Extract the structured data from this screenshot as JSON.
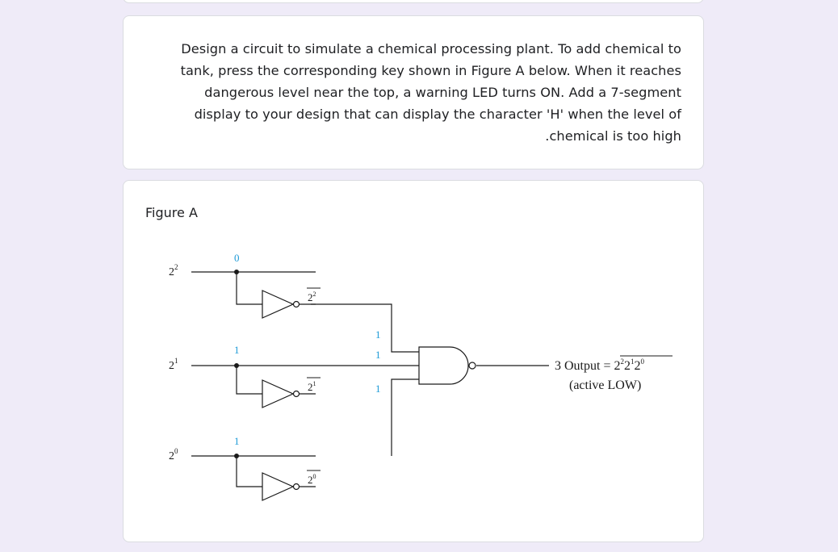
{
  "question": {
    "lines": [
      "Design a circuit to simulate a chemical processing plant. To add chemical to",
      "tank, press the corresponding key shown in Figure A below. When it reaches",
      "dangerous level near the top, a warning LED turns ON. Add a 7-segment",
      "display to your design that can display the character 'H' when the level of",
      ".chemical is too high"
    ]
  },
  "figure": {
    "label": "Figure A",
    "inputs": [
      {
        "base": "2",
        "exp": "2"
      },
      {
        "base": "2",
        "exp": "1"
      },
      {
        "base": "2",
        "exp": "0"
      }
    ],
    "input_values": [
      "0",
      "1",
      "1"
    ],
    "inverted_labels": [
      {
        "base": "2",
        "exp": "2"
      },
      {
        "base": "2",
        "exp": "1"
      },
      {
        "base": "2",
        "exp": "0"
      }
    ],
    "gate_input_values": [
      "1",
      "1",
      "1"
    ],
    "output": {
      "prefix": "3 Output = ",
      "terms": [
        {
          "base": "2",
          "exp": "2",
          "bar": true
        },
        {
          "base": "2",
          "exp": "1",
          "bar": false
        },
        {
          "base": "2",
          "exp": "0",
          "bar": false
        }
      ],
      "note": "(active LOW)"
    },
    "colors": {
      "wire": "#1a1a1a",
      "value_blue": "#1e9bd7"
    }
  }
}
